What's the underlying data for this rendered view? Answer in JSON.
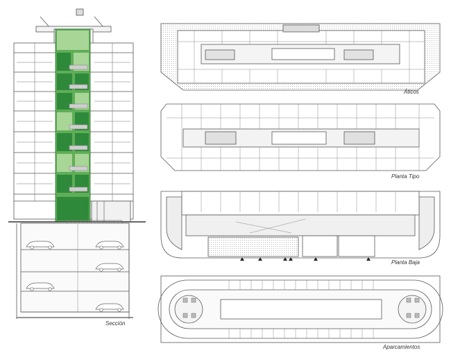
{
  "labels": {
    "section": "Sección",
    "atticos": "Áticos",
    "typical_floor": "Planta Tipo",
    "ground_floor": "Planta Baja",
    "parking": "Aparcamientos"
  },
  "colors": {
    "line": "#555555",
    "fill_light": "#ececec",
    "fill_mid": "#d2d2d2",
    "green_dark": "#2e8a3a",
    "green_mid": "#5fae57",
    "green_light": "#a8d697"
  }
}
